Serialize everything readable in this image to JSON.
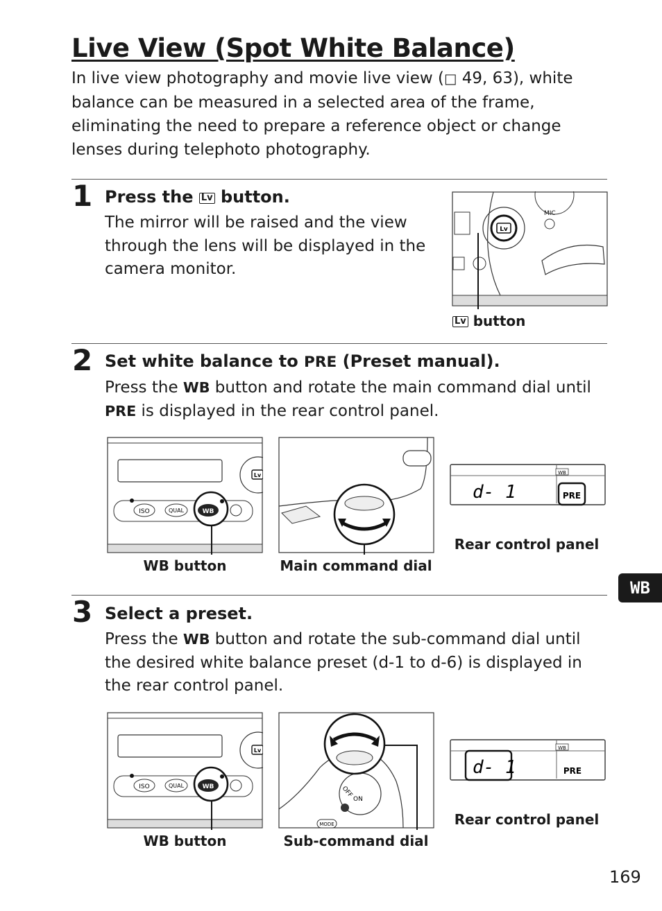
{
  "page": {
    "title": "Live View (Spot White Balance)",
    "intro": {
      "before": "In live view photography and movie live view (",
      "ref_icon": "book-reference-icon",
      "ref_glyph": "□",
      "after": " 49, 63), white balance can be measured in a selected area of the frame, eliminating the need to prepare a reference object or change lenses during telephoto photography."
    },
    "number": "169",
    "tab_label": "WB"
  },
  "steps": [
    {
      "number": "1",
      "heading_before": "Press the ",
      "heading_icon_text": "Lv",
      "heading_after": " button.",
      "body": "The mirror will be raised and the view through the lens will be displayed in the camera monitor.",
      "figure_caption_icon": "Lv",
      "figure_caption": " button"
    },
    {
      "number": "2",
      "heading_before": "Set white balance to ",
      "heading_code": "PRE",
      "heading_after_open": " (",
      "heading_bold": "Preset manual",
      "heading_after": ").",
      "body_before": "Press the ",
      "body_wb": "WB",
      "body_mid": " button and rotate the main command dial until ",
      "body_pre": "PRE",
      "body_after": " is displayed in the rear control panel.",
      "captions": {
        "wb_prefix": "WB",
        "wb_suffix": " button",
        "dial": "Main command dial",
        "panel": "Rear control panel"
      }
    },
    {
      "number": "3",
      "heading": "Select a preset.",
      "body_before": "Press the ",
      "body_wb": "WB",
      "body_after": " button and rotate the sub-command dial until the desired white balance preset (d-1 to d-6) is displayed in the rear control panel.",
      "captions": {
        "wb_prefix": "WB",
        "wb_suffix": " button",
        "dial": "Sub-command dial",
        "panel": "Rear control panel"
      }
    }
  ],
  "figure_labels": {
    "mic": "MIC",
    "iso": "ISO",
    "qual": "QUAL",
    "wb": "WB",
    "lv": "Lv",
    "pre": "PRE",
    "lcd": "d- 1",
    "off": "OFF",
    "on": "ON",
    "mode": "MODE"
  }
}
